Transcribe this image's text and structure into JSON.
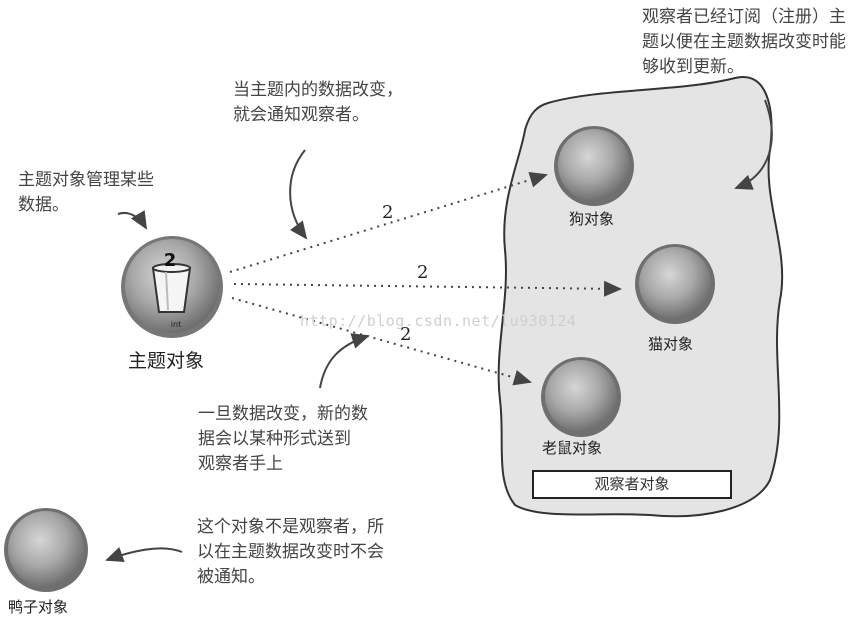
{
  "notes": {
    "top_middle": "当主题内的数据改变，\n就会通知观察者。",
    "top_right": "观察者已经订阅（注册）主\n题以便在主题数据改变时能\n够收到更新。",
    "left": "主题对象管理某些\n数据。",
    "bottom_middle": "一旦数据改变，新的数\n据会以某种形式送到\n观察者手上",
    "bottom_left": "这个对象不是观察者，所\n以在主题数据改变时不会\n被通知。"
  },
  "subject": {
    "label": "主题对象",
    "value": "2",
    "cup_label": "int"
  },
  "observers": [
    {
      "label": "狗对象"
    },
    {
      "label": "猫对象"
    },
    {
      "label": "老鼠对象"
    }
  ],
  "observer_group_label": "观察者对象",
  "non_observer": {
    "label": "鸭子对象"
  },
  "message_values": [
    "2",
    "2",
    "2"
  ],
  "watermark": "http://blog.csdn.net/lu930124",
  "colors": {
    "cloud_fill": "#e4e4e4",
    "sphere": "#9d9d9d",
    "line": "#444444"
  }
}
